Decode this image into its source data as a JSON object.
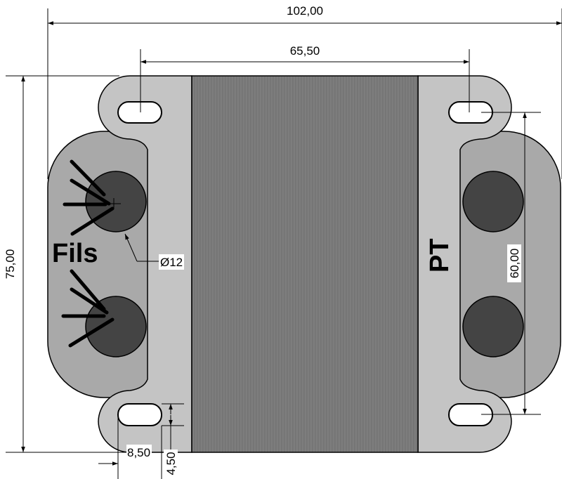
{
  "dimensions": {
    "overall_width": "102,00",
    "hole_spacing": "65,50",
    "overall_height": "75,00",
    "vertical_hole_spacing": "60,00",
    "hole_diameter": "Ø12",
    "slot_offset": "8,50",
    "slot_width": "4,50"
  },
  "labels": {
    "wires": "Fils",
    "primary": "PT"
  },
  "colors": {
    "bobbin": "#a9a9a9",
    "lamination": "#c4c4c4",
    "core": "#7d7d7d",
    "terminal": "#444444"
  }
}
